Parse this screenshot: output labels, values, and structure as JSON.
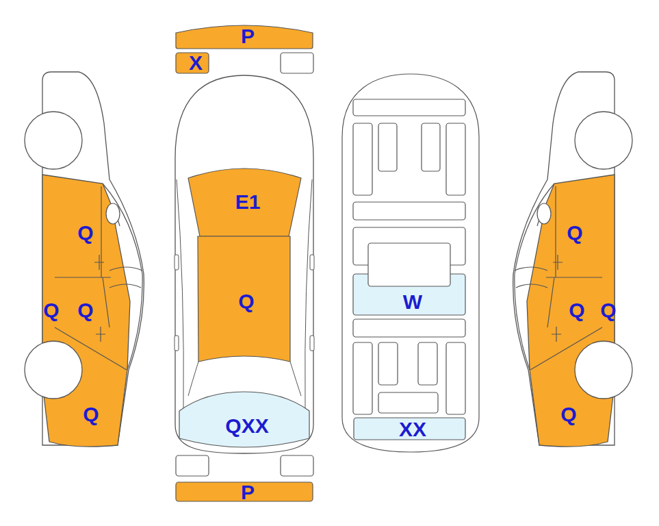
{
  "diagram": {
    "labels": [
      "P",
      "X",
      "Q",
      "Q",
      "Q",
      "Q",
      "E1",
      "Q",
      "QXX",
      "W",
      "XX",
      "Q",
      "Q",
      "Q",
      "Q",
      "P"
    ]
  }
}
